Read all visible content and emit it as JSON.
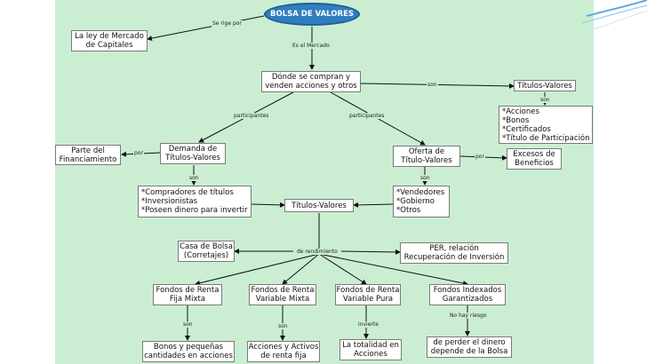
{
  "root": "BOLSA DE VALORES",
  "nodes": {
    "ley": "La ley de Mercado\nde Capitales",
    "donde": "Dónde se compran y\nvenden acciones y otros",
    "titulos_top": "Títulos-Valores",
    "acciones_list": "*Acciones\n*Bonos\n*Certificados\n*Título de Participación",
    "parte": "Parte del\nFinanciamiento",
    "demanda": "Demanda de\nTítulos-Valores",
    "oferta": "Oferta de\nTítulo-Valores",
    "excesos": "Excesos de\nBeneficios",
    "compradores": "*Compradores de títulos\n*Inversionistas\n*Poseen dinero para invertir",
    "titulos_mid": "Títulos-Valores",
    "vendedores": "*Vendedores\n*Gobierno\n*Otros",
    "casa": "Casa de Bolsa\n(Corretajes)",
    "per": "PER, relación\nRecuperación de Inversión",
    "fija": "Fondos de Renta\nFija Mixta",
    "var_mixta": "Fondos de Renta\nVariable Mixta",
    "var_pura": "Fondos de Renta\nVariable Pura",
    "indexados": "Fondos Indexados\nGarantizados",
    "bonos": "Bonos y pequeñas\ncantidades en acciones",
    "acciones_activos": "Acciones y Activos\nde renta fija",
    "totalidad": "La totalidad en\nAcciones",
    "perder": "de perder el dinero\ndepende de la Bolsa"
  },
  "labels": {
    "se_rige": "Se rige por",
    "es_mercado": "Es el Mercado",
    "son_top": "son",
    "son_right": "son",
    "part_left": "participantes",
    "part_right": "participantes",
    "por_left": "por",
    "por_right": "por",
    "son_dem": "son",
    "son_of": "son",
    "rendimiento": "de rendimiento",
    "son_fija": "son",
    "son_var": "son",
    "invierte": "invierte",
    "no_riesgo": "No hay riesgo"
  },
  "colors": {
    "panel": "#cbeed2",
    "root_fill": "#2f7fc0",
    "accent": "#5aa9e0"
  }
}
